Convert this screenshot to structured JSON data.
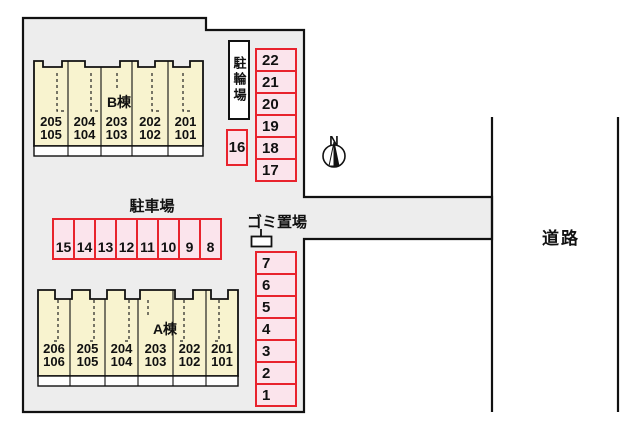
{
  "labels": {
    "road": "道路",
    "parking_lot": "駐車場",
    "bicycle_parking": "駐輪場",
    "garbage_area": "ゴミ置場",
    "compass_north": "N"
  },
  "building_b": {
    "label": "B棟",
    "units": [
      {
        "upper": "205",
        "lower": "105"
      },
      {
        "upper": "204",
        "lower": "104"
      },
      {
        "upper": "203",
        "lower": "103"
      },
      {
        "upper": "202",
        "lower": "102"
      },
      {
        "upper": "201",
        "lower": "101"
      }
    ]
  },
  "building_a": {
    "label": "A棟",
    "units": [
      {
        "upper": "206",
        "lower": "106"
      },
      {
        "upper": "205",
        "lower": "105"
      },
      {
        "upper": "204",
        "lower": "104"
      },
      {
        "upper": "203",
        "lower": "103"
      },
      {
        "upper": "202",
        "lower": "102"
      },
      {
        "upper": "201",
        "lower": "101"
      }
    ]
  },
  "parking": {
    "north_column": [
      "22",
      "21",
      "20",
      "19",
      "18",
      "17"
    ],
    "standalone_space": "16",
    "center_row": [
      "15",
      "14",
      "13",
      "12",
      "11",
      "10",
      "9",
      "8"
    ],
    "south_column": [
      "7",
      "6",
      "5",
      "4",
      "3",
      "2",
      "1"
    ]
  },
  "colors": {
    "site_fill": "#ededed",
    "building_fill": "#f8f3cf",
    "space_fill": "#fbe4ec",
    "space_border": "#e8232d",
    "outline": "#111111"
  }
}
